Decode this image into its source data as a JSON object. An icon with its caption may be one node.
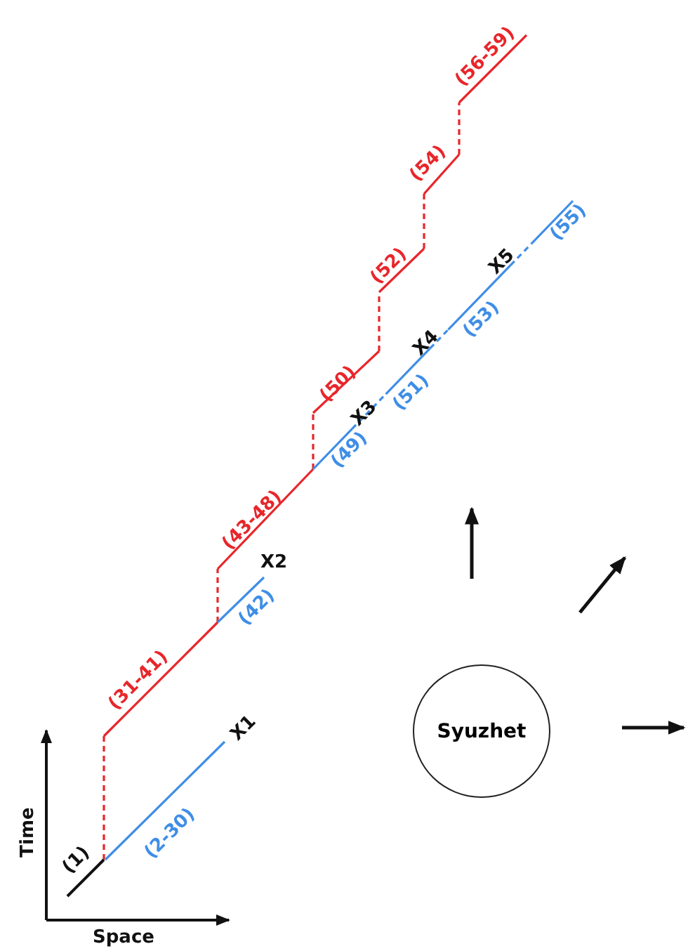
{
  "diagram": {
    "nodes": [
      {
        "text": [
          "Syuzhet"
        ]
      }
    ],
    "labels": [
      "(56-59)",
      "(54)",
      "(52)",
      "X5",
      "(55)",
      "(50)",
      "X4",
      "(53)",
      "X3",
      "(51)",
      "(49)",
      "(43-48)",
      "X2",
      "(42)",
      "(31-41)",
      "X1",
      "(2-30)",
      "(1)",
      "Time",
      "Space"
    ]
  }
}
